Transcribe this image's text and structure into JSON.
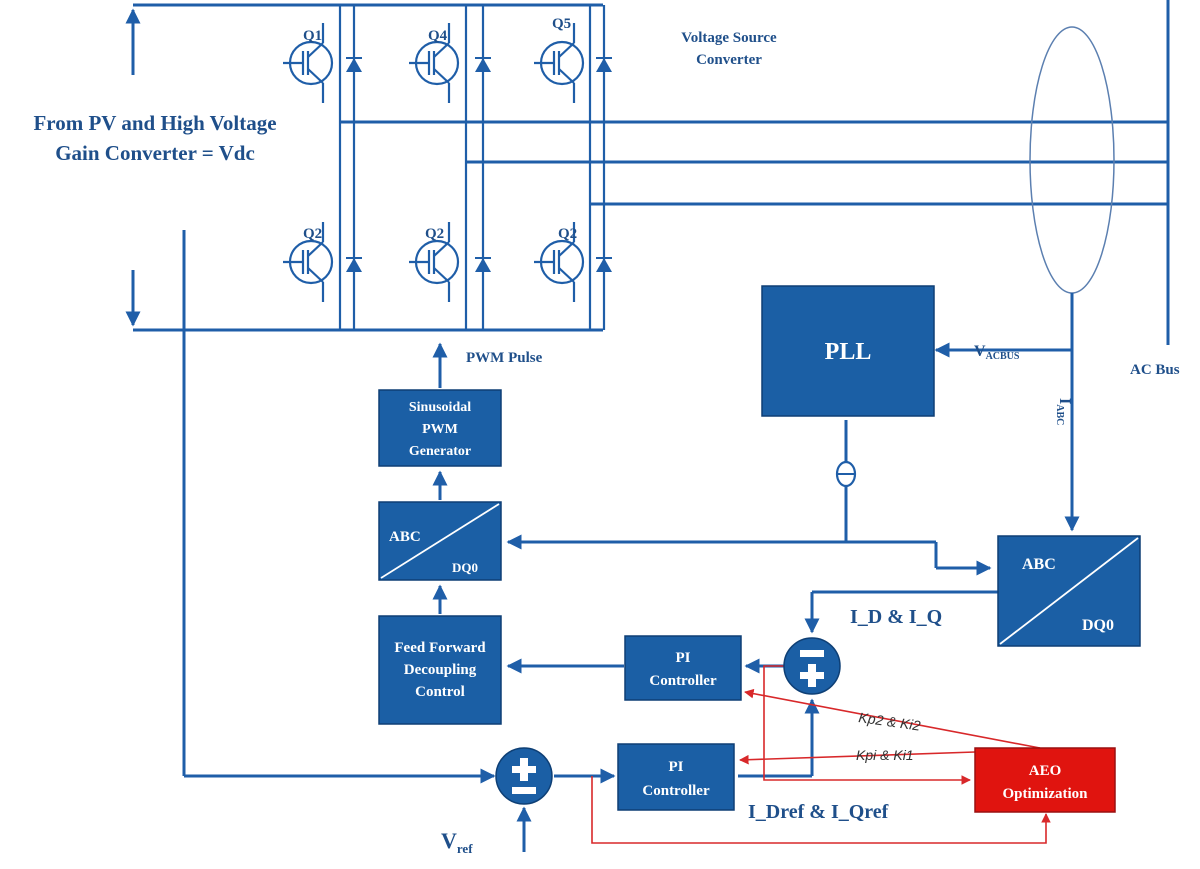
{
  "labels": {
    "source_line1": "From PV and High Voltage",
    "source_line2": "Gain Converter = Vdc",
    "vsc_line1": "Voltage Source",
    "vsc_line2": "Converter",
    "pwm_pulse": "PWM Pulse",
    "ac_bus": "AC Bus",
    "v_acbus_main": "V",
    "v_acbus_sub": "ACBUS",
    "i_abc_main": "I",
    "i_abc_sub": "ABC",
    "theta": "θ",
    "id_iq": "I_D & I_Q",
    "idref_iqref": "I_Dref & I_Qref",
    "vref_main": "V",
    "vref_sub": "ref",
    "kp2": "Kp2 & Ki2",
    "kp1": "Kpi & Ki1"
  },
  "switches": {
    "top": [
      "Q1",
      "Q4",
      "Q5"
    ],
    "bottom": [
      "Q2",
      "Q2",
      "Q2"
    ]
  },
  "blocks": {
    "pll": "PLL",
    "spwm": [
      "Sinusoidal",
      "PWM",
      "Generator"
    ],
    "abc_dq0_left": {
      "top": "ABC",
      "bottom": "DQ0"
    },
    "abc_dq0_right": {
      "top": "ABC",
      "bottom": "DQ0"
    },
    "ffdc": [
      "Feed Forward",
      "Decoupling",
      "Control"
    ],
    "pi_upper": [
      "PI",
      "Controller"
    ],
    "pi_lower": [
      "PI",
      "Controller"
    ],
    "aeo": [
      "AEO",
      "Optimization"
    ]
  },
  "colors": {
    "wire": "#1f5ea8",
    "block": "#1b5fa5",
    "aeo_block": "#e0140f",
    "feedback": "#d8282a"
  }
}
